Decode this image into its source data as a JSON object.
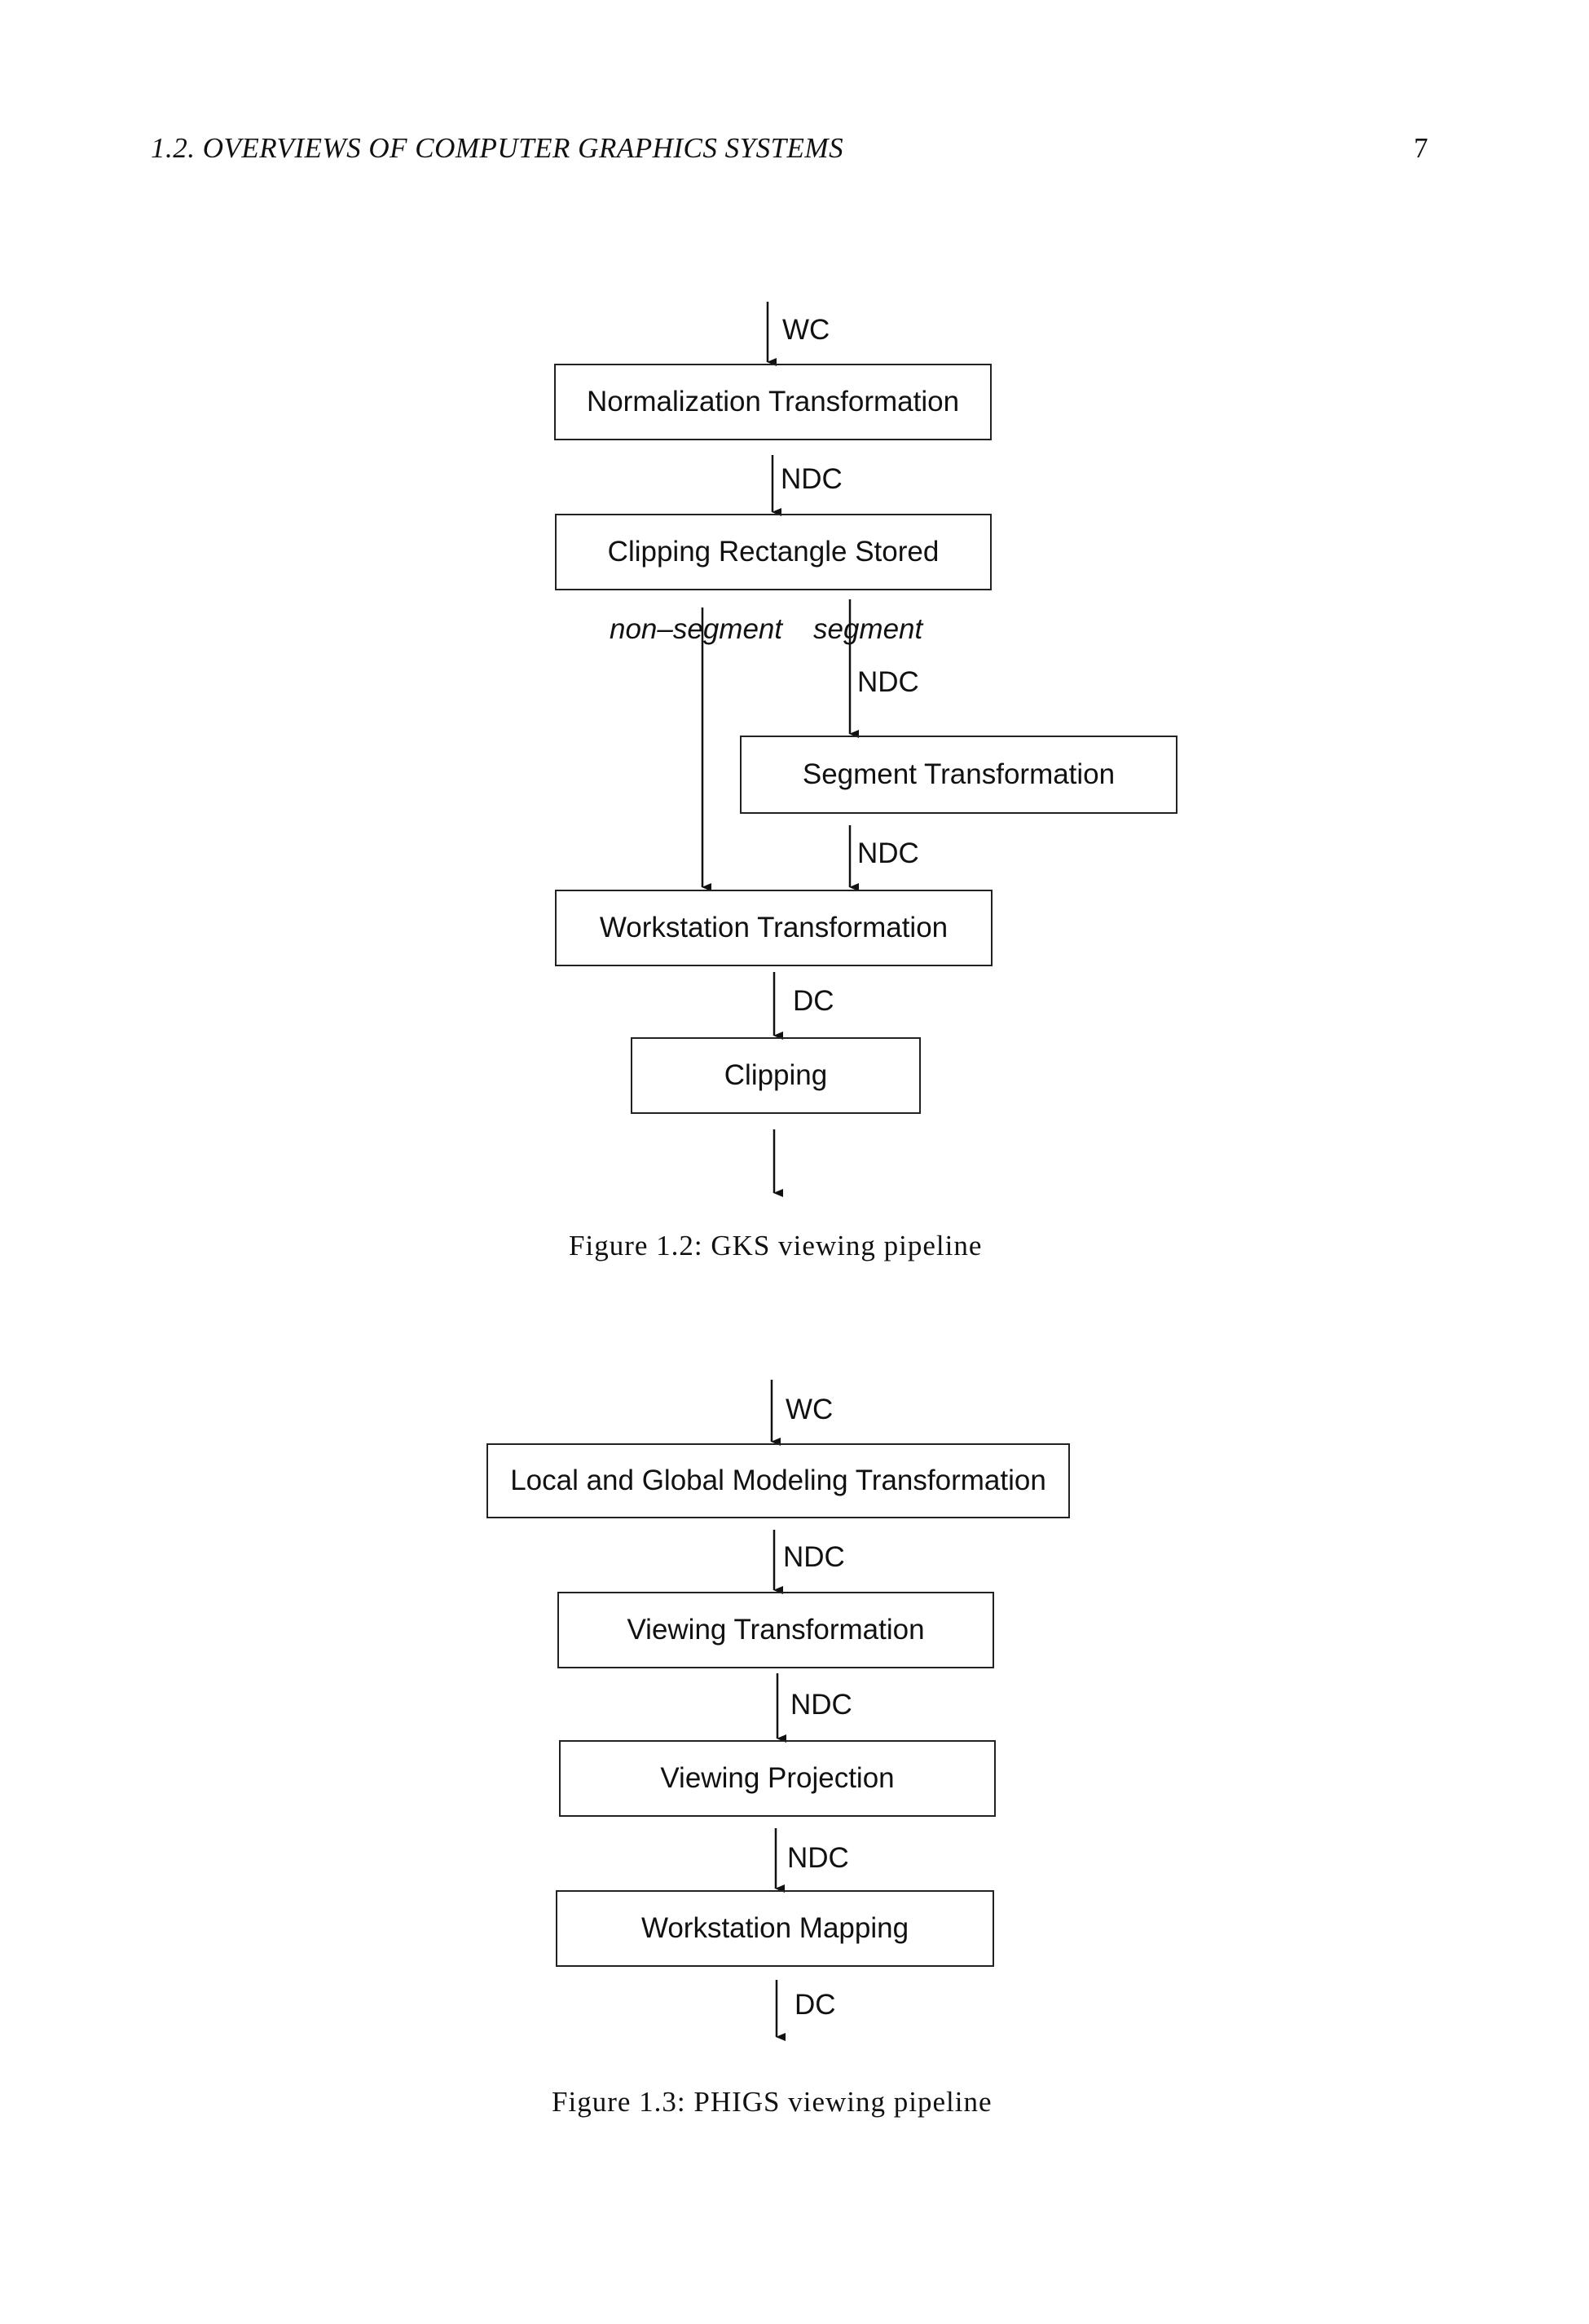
{
  "header": {
    "title": "1.2.  OVERVIEWS OF COMPUTER GRAPHICS SYSTEMS",
    "page_number": "7"
  },
  "figure_gks": {
    "caption": "Figure 1.2:  GKS viewing pipeline",
    "boxes": {
      "normalization": "Normalization  Transformation",
      "clipping_rect": "Clipping  Rectangle  Stored",
      "segment": "Segment  Transformation",
      "workstation": "Workstation  Transformation",
      "clipping": "Clipping"
    },
    "labels": {
      "wc": "WC",
      "ndc_1": "NDC",
      "non_segment": "non–segment",
      "segment": "segment",
      "ndc_2": "NDC",
      "ndc_3": "NDC",
      "dc": "DC"
    }
  },
  "figure_phigs": {
    "caption": "Figure 1.3:  PHIGS viewing pipeline",
    "boxes": {
      "modeling": "Local  and  Global  Modeling  Transformation",
      "viewing": "Viewing  Transformation",
      "projection": "Viewing  Projection",
      "mapping": "Workstation  Mapping"
    },
    "labels": {
      "wc": "WC",
      "ndc_1": "NDC",
      "ndc_2": "NDC",
      "ndc_3": "NDC",
      "dc": "DC"
    }
  }
}
